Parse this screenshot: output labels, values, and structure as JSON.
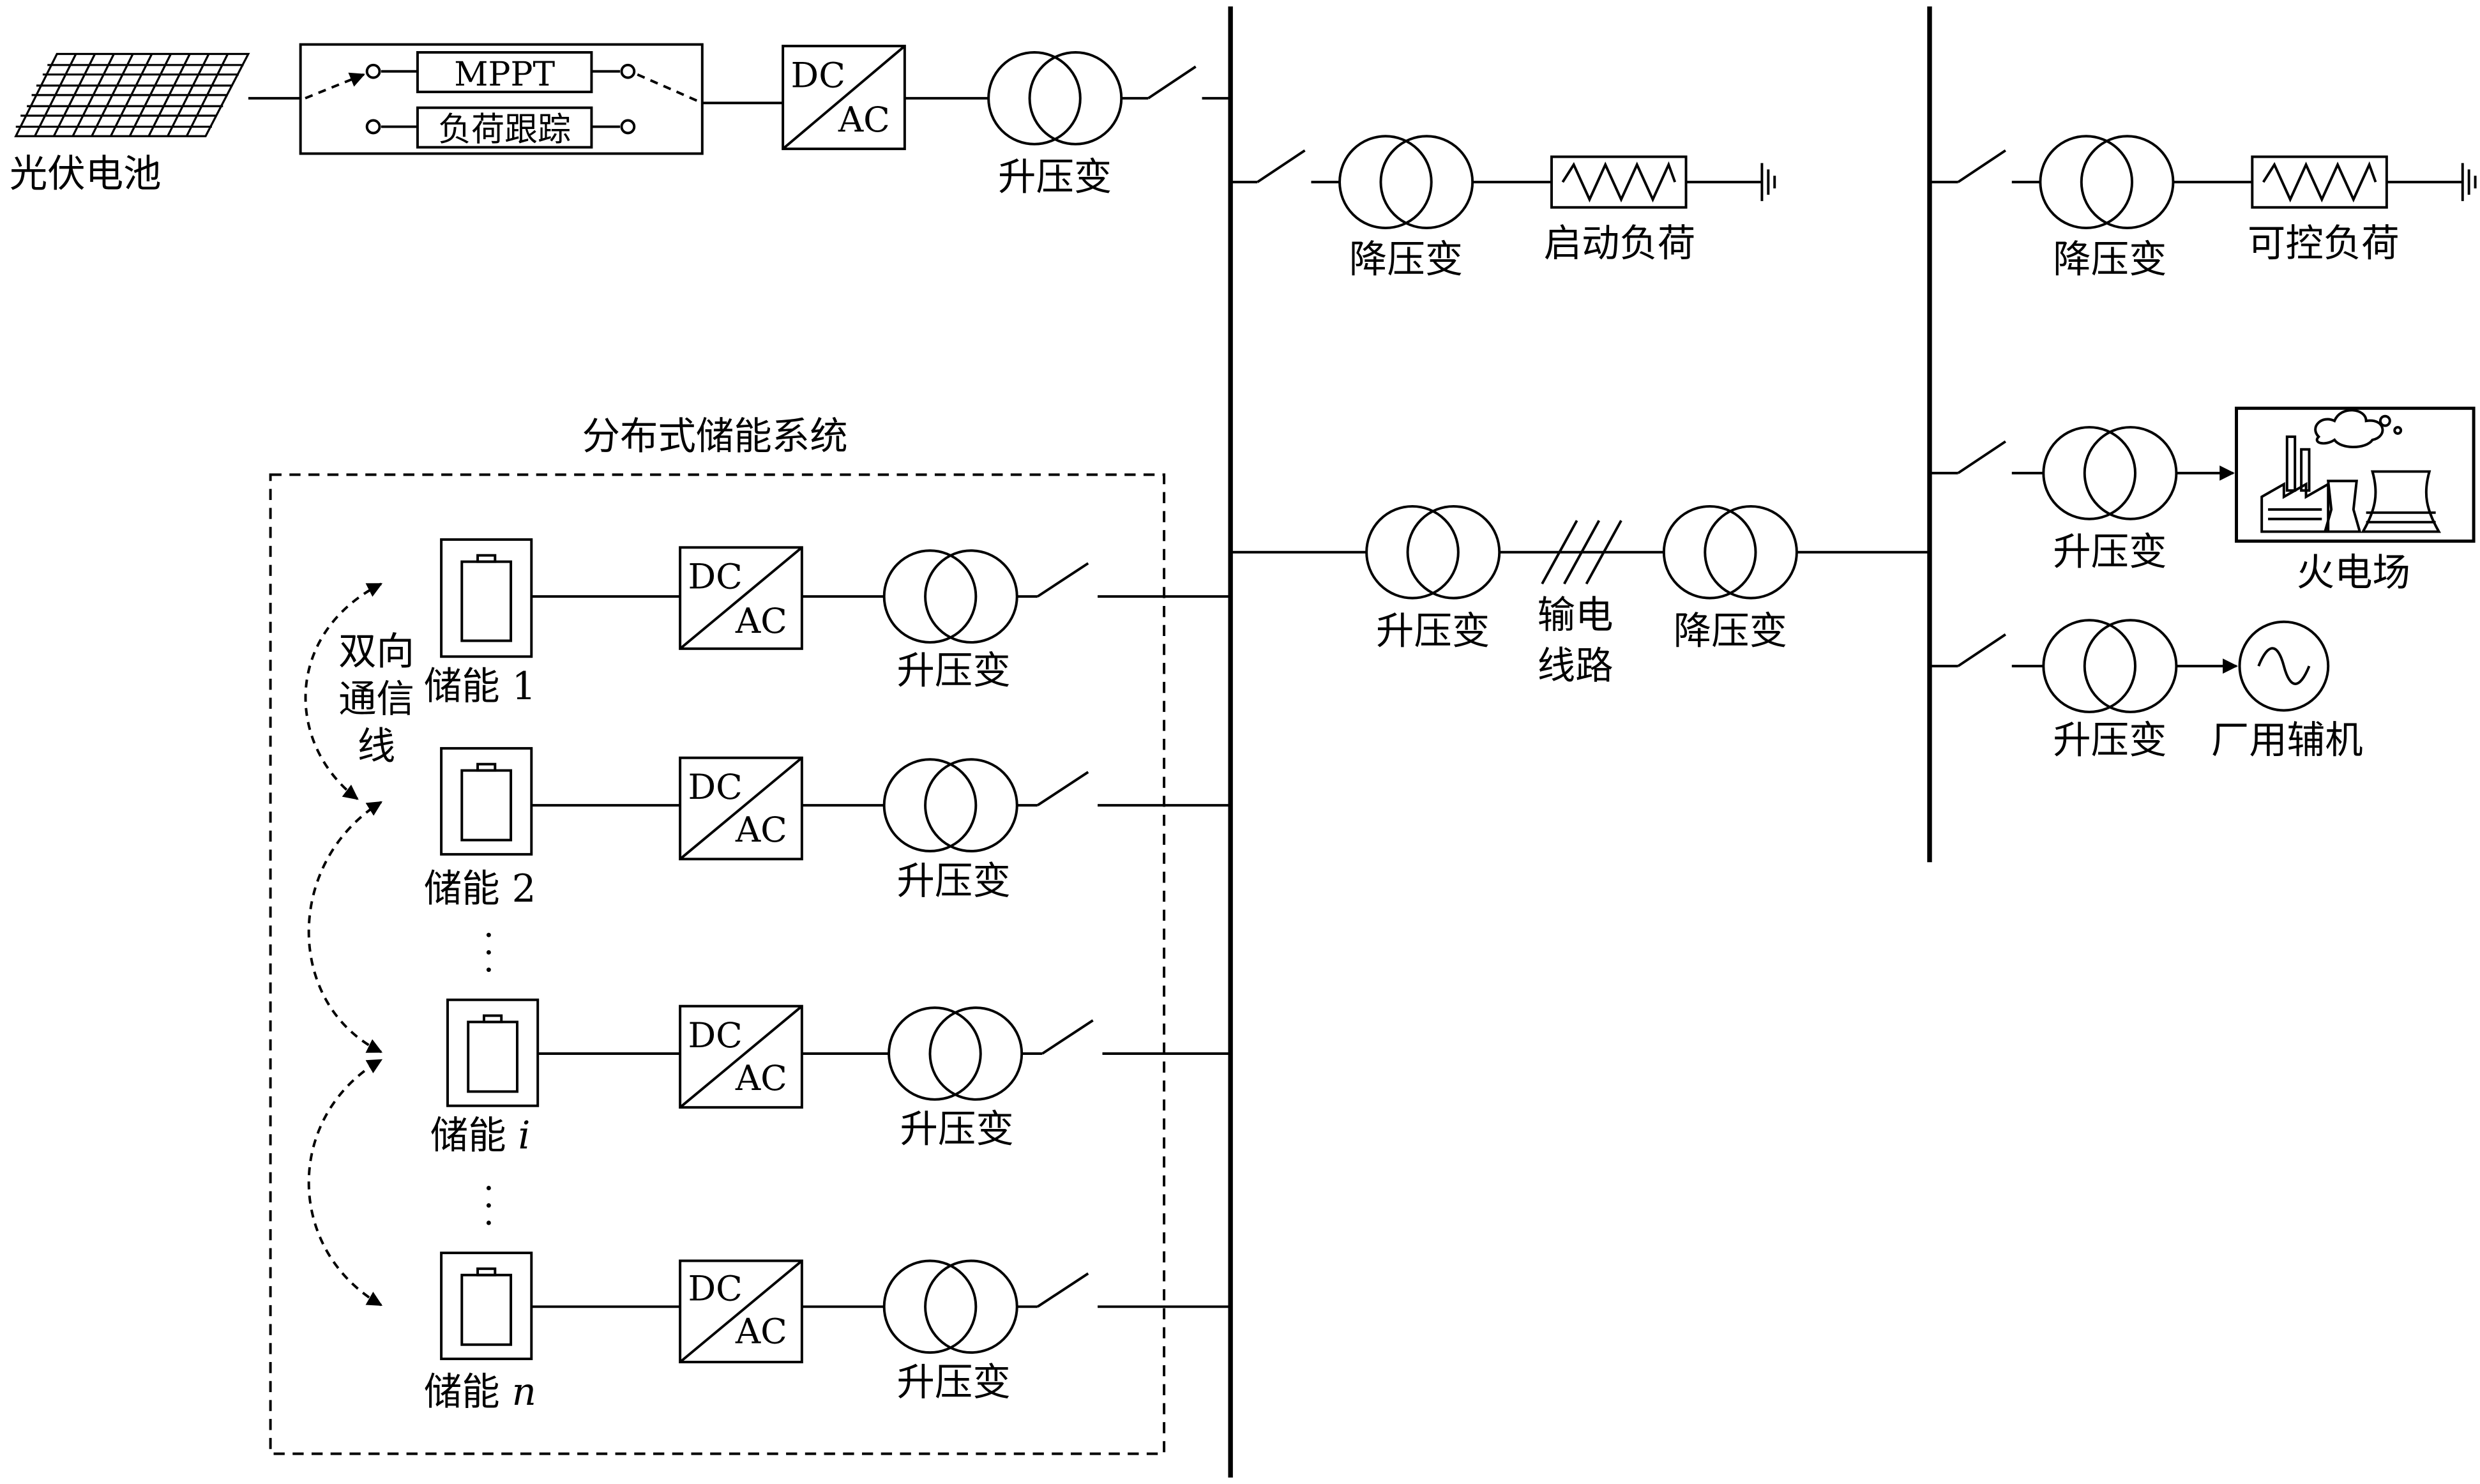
{
  "colors": {
    "stroke": "#000000",
    "background": "#ffffff"
  },
  "pv": {
    "label": "光伏电池",
    "mppt_label": "MPPT",
    "load_tracking_label": "负荷跟踪",
    "dcac_top": "DC",
    "dcac_bottom": "AC",
    "transformer_label": "升压变"
  },
  "startup": {
    "transformer_label": "降压变",
    "load_label": "启动负荷"
  },
  "controllable": {
    "transformer_label": "降压变",
    "load_label": "可控负荷"
  },
  "storage": {
    "title": "分布式储能系统",
    "comm_label": [
      "双向",
      "通信",
      "线"
    ],
    "units": [
      {
        "name": "储能 ",
        "index": "1",
        "dc": "DC",
        "ac": "AC",
        "transformer": "升压变"
      },
      {
        "name": "储能 ",
        "index": "2",
        "dc": "DC",
        "ac": "AC",
        "transformer": "升压变"
      },
      {
        "name": "储能 ",
        "index": "i",
        "dc": "DC",
        "ac": "AC",
        "transformer": "升压变"
      },
      {
        "name": "储能 ",
        "index": "n",
        "dc": "DC",
        "ac": "AC",
        "transformer": "升压变"
      }
    ]
  },
  "transmission": {
    "step_up_label": "升压变",
    "line_label": [
      "输电",
      "线路"
    ],
    "step_down_label": "降压变"
  },
  "thermal_plant": {
    "transformer_label": "升压变",
    "label": "火电场"
  },
  "auxiliary": {
    "transformer_label": "升压变",
    "label": "厂用辅机"
  }
}
